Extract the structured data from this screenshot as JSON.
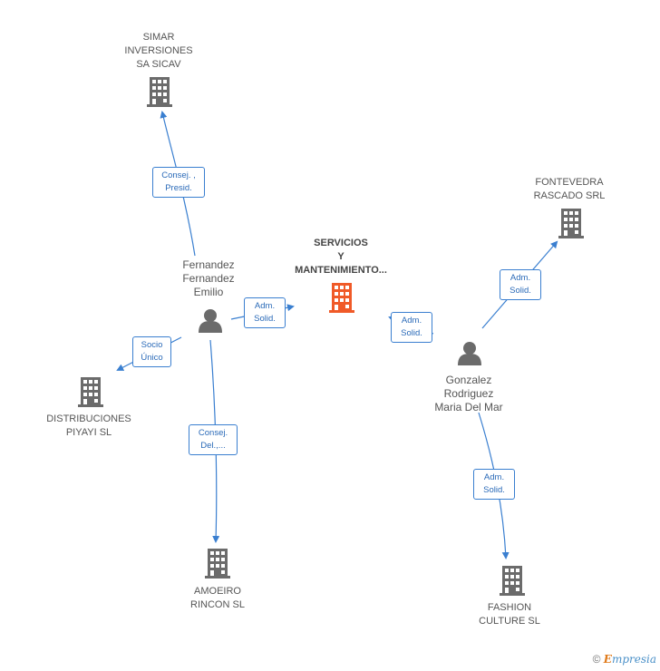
{
  "nodes": {
    "main": {
      "label": "SERVICIOS\nY\nMANTENIMIENTO...",
      "color": "#f05a28"
    },
    "simar": {
      "label": "SIMAR\nINVERSIONES\nSA SICAV"
    },
    "fontevedra": {
      "label": "FONTEVEDRA\nRASCADO SRL"
    },
    "distribuciones": {
      "label": "DISTRIBUCIONES\nPIYAYI  SL"
    },
    "amoeiro": {
      "label": "AMOEIRO\nRINCON SL"
    },
    "fashion": {
      "label": "FASHION\nCULTURE SL"
    },
    "fernandez": {
      "label": "Fernandez\nFernandez\nEmilio"
    },
    "gonzalez": {
      "label": "Gonzalez\nRodriguez\nMaria Del Mar"
    }
  },
  "edges": {
    "fernandez_simar": "Consej. ,\nPresid.",
    "fernandez_main": "Adm.\nSolid.",
    "fernandez_distribuciones": "Socio\nÚnico",
    "fernandez_amoeiro": "Consej.\nDel.,...",
    "gonzalez_main": "Adm.\nSolid.",
    "gonzalez_fontevedra": "Adm.\nSolid.",
    "gonzalez_fashion": "Adm.\nSolid."
  },
  "colors": {
    "edge": "#3a7fd0",
    "icon": "#6b6b6b",
    "accent": "#f05a28"
  },
  "footer": {
    "copyright": "©",
    "brand_first": "E",
    "brand_rest": "mpresia"
  }
}
